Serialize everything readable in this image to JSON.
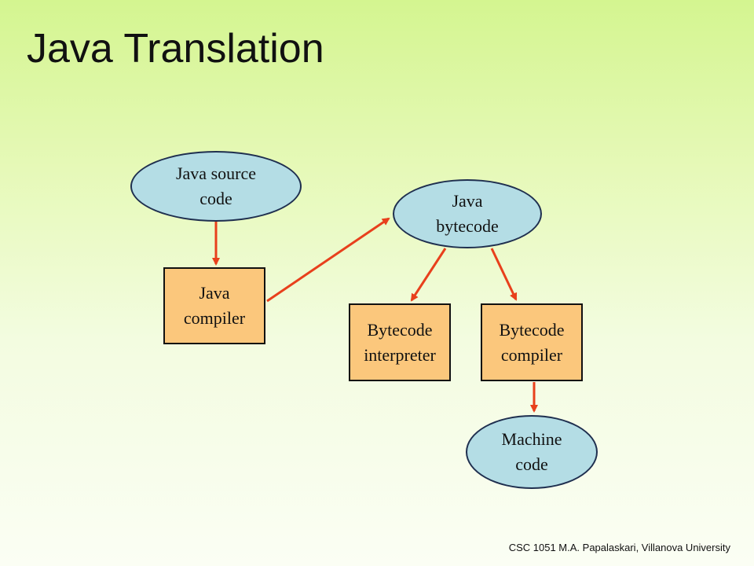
{
  "slide": {
    "title": "Java Translation",
    "footer": "CSC 1051 M.A. Papalaskari, Villanova University"
  },
  "diagram": {
    "nodes": {
      "java_source_code": {
        "label": "Java source\ncode",
        "shape": "ellipse"
      },
      "java_compiler": {
        "label": "Java\ncompiler",
        "shape": "box"
      },
      "java_bytecode": {
        "label": "Java\nbytecode",
        "shape": "ellipse"
      },
      "bytecode_interpreter": {
        "label": "Bytecode\ninterpreter",
        "shape": "box"
      },
      "bytecode_compiler": {
        "label": "Bytecode\ncompiler",
        "shape": "box"
      },
      "machine_code": {
        "label": "Machine\ncode",
        "shape": "ellipse"
      }
    },
    "edges": [
      {
        "from": "java_source_code",
        "to": "java_compiler"
      },
      {
        "from": "java_compiler",
        "to": "java_bytecode"
      },
      {
        "from": "java_bytecode",
        "to": "bytecode_interpreter"
      },
      {
        "from": "java_bytecode",
        "to": "bytecode_compiler"
      },
      {
        "from": "bytecode_compiler",
        "to": "machine_code"
      }
    ],
    "colors": {
      "ellipse_fill": "#b4dde5",
      "box_fill": "#fbc77c",
      "arrow": "#e8401c"
    }
  }
}
